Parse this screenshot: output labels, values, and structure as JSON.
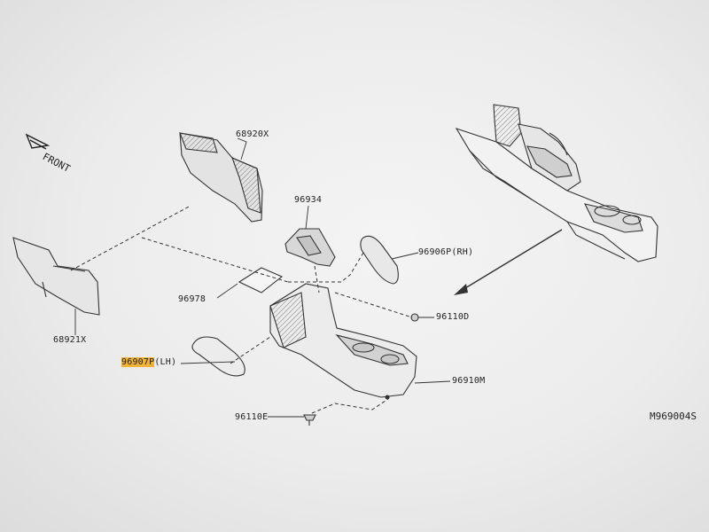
{
  "diagram": {
    "direction_label": "FRONT",
    "reference_code": "M969004S",
    "parts": {
      "p68920x": "68920X",
      "p68921x": "68921X",
      "p96934": "96934",
      "p96906p": "96906P",
      "p96906p_suffix": "(RH)",
      "p96978": "96978",
      "p96110d": "96110D",
      "p96907p": "96907P",
      "p96907p_suffix": "(LH)",
      "p96910m": "96910M",
      "p96110e": "96110E"
    },
    "highlight_color": "#f3b23a"
  }
}
